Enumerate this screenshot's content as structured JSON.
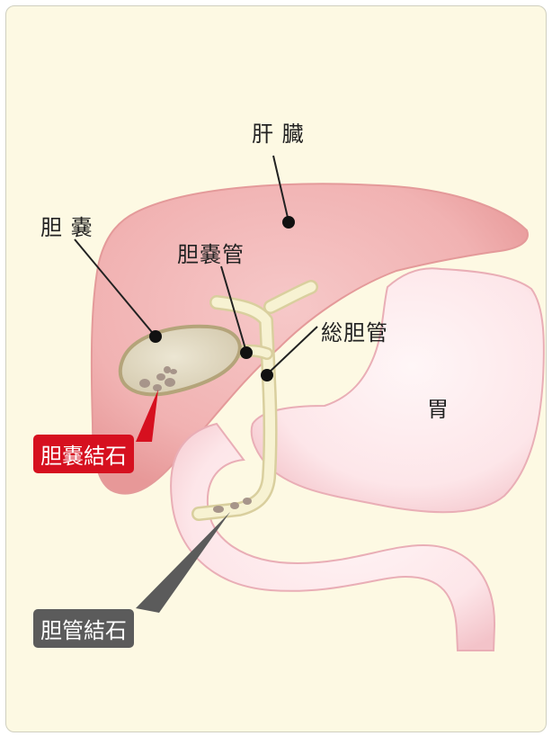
{
  "labels": {
    "liver": "肝 臓",
    "gallbladder": "胆 嚢",
    "cystic_duct": "胆嚢管",
    "common_bile_duct": "総胆管",
    "stomach": "胃",
    "gallbladder_stone": "胆嚢結石",
    "bile_duct_stone": "胆管結石"
  },
  "colors": {
    "background": "#fdf9e3",
    "liver": "#f2b7b7",
    "stomach": "#fde8ea",
    "gallbladder": "#e3dcc6",
    "duct": "#f6f1cf",
    "stone": "#a7958a",
    "gallbladder_stone_tag": "#d6101f",
    "bile_duct_stone_tag": "#5b5b5b"
  }
}
